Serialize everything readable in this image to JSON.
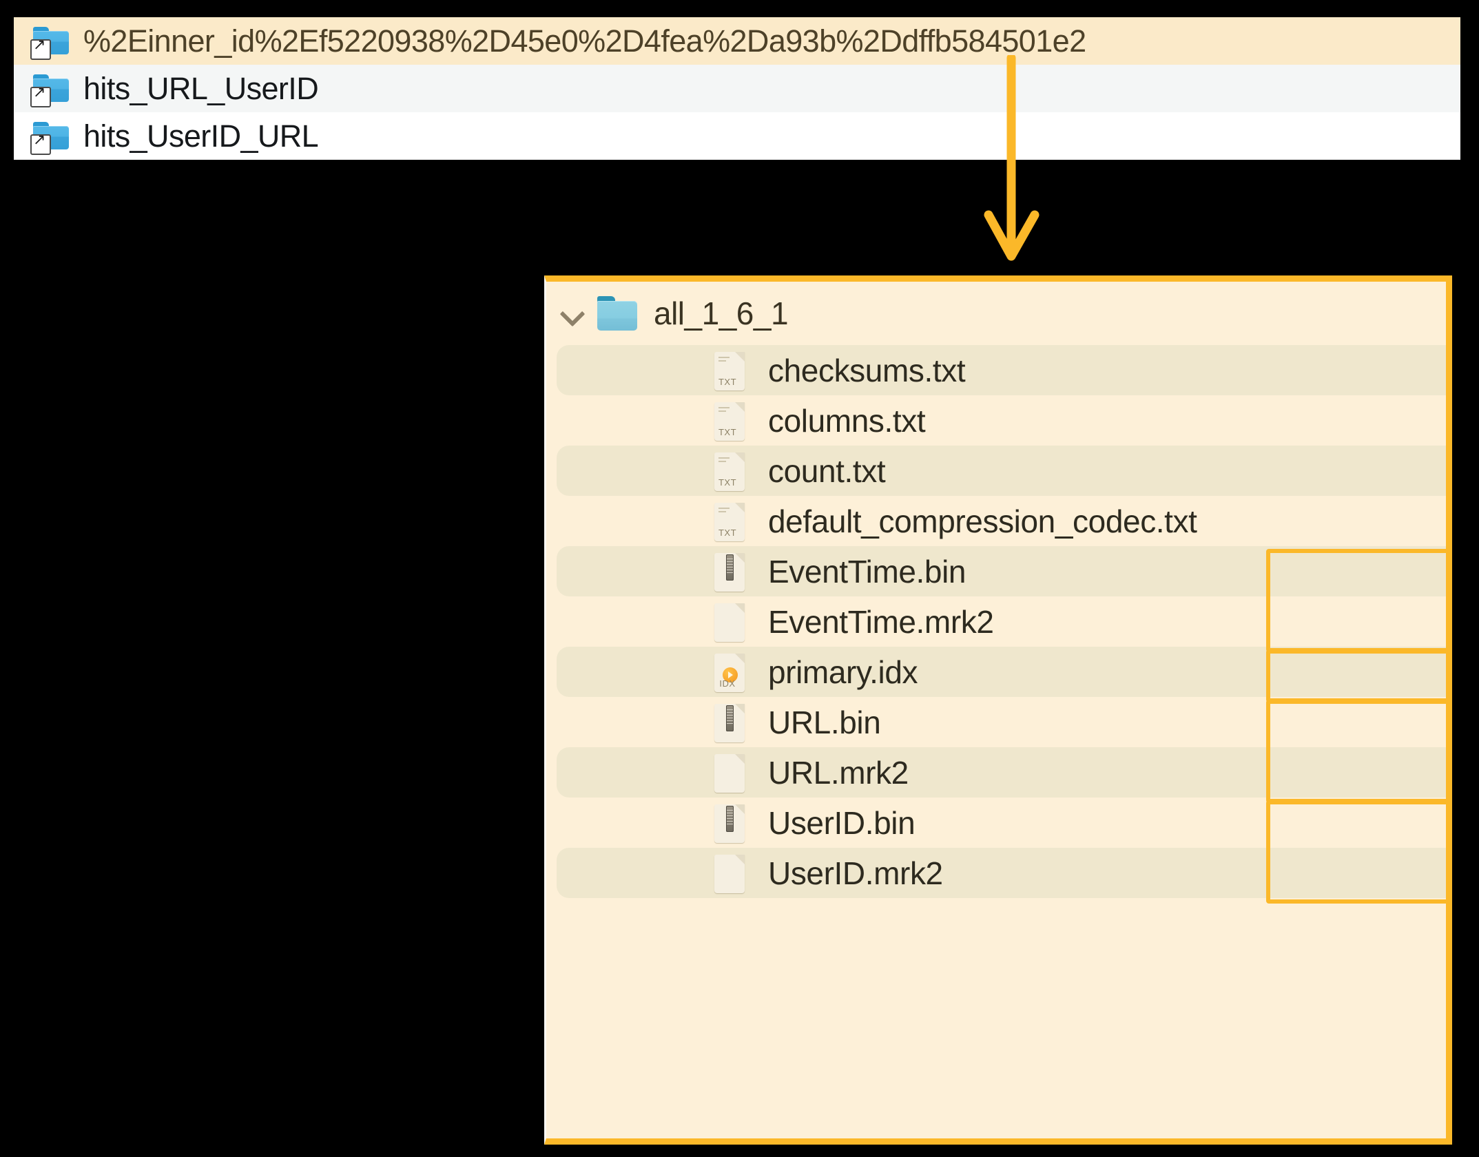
{
  "top_panel": {
    "name": "symlink-folder-list",
    "rows": [
      {
        "icon": "folder-symlink-icon",
        "label": "%2Einner_id%2Ef5220938%2D45e0%2D4fea%2Da93b%2Ddffb584501e2",
        "state": "selected"
      },
      {
        "icon": "folder-symlink-icon",
        "label": "hits_URL_UserID",
        "state": "alt"
      },
      {
        "icon": "folder-symlink-icon",
        "label": "hits_UserID_URL",
        "state": "plain"
      }
    ]
  },
  "connector": {
    "name": "callout-arrow",
    "direction": "down",
    "color": "#fbb829"
  },
  "part_panel": {
    "name": "part-directory-listing",
    "header": {
      "chevron": "chevron-down-icon",
      "folder_icon": "folder-icon",
      "label": "all_1_6_1"
    },
    "files": [
      {
        "name": "checksums.txt",
        "icon": "txt-file-icon",
        "ext": "TXT",
        "shade": true,
        "highlight": "none"
      },
      {
        "name": "columns.txt",
        "icon": "txt-file-icon",
        "ext": "TXT",
        "shade": false,
        "highlight": "none"
      },
      {
        "name": "count.txt",
        "icon": "txt-file-icon",
        "ext": "TXT",
        "shade": true,
        "highlight": "none"
      },
      {
        "name": "default_compression_codec.txt",
        "icon": "txt-file-icon",
        "ext": "TXT",
        "shade": false,
        "highlight": "none"
      },
      {
        "name": "EventTime.bin",
        "icon": "bin-file-icon",
        "ext": "",
        "shade": true,
        "highlight": "start"
      },
      {
        "name": "EventTime.mrk2",
        "icon": "blank-file-icon",
        "ext": "",
        "shade": false,
        "highlight": "end"
      },
      {
        "name": "primary.idx",
        "icon": "idx-file-icon",
        "ext": "IDX",
        "shade": true,
        "highlight": "single"
      },
      {
        "name": "URL.bin",
        "icon": "bin-file-icon",
        "ext": "",
        "shade": false,
        "highlight": "start"
      },
      {
        "name": "URL.mrk2",
        "icon": "blank-file-icon",
        "ext": "",
        "shade": true,
        "highlight": "end"
      },
      {
        "name": "UserID.bin",
        "icon": "bin-file-icon",
        "ext": "",
        "shade": false,
        "highlight": "start"
      },
      {
        "name": "UserID.mrk2",
        "icon": "blank-file-icon",
        "ext": "",
        "shade": true,
        "highlight": "end"
      }
    ]
  },
  "colors": {
    "accent": "#fbb829",
    "panel_bg": "#fdf0d8",
    "row_shade": "#efe7cd",
    "selected_row": "#fbeac9",
    "alt_row": "#f4f6f6",
    "text": "#2d2a1f"
  }
}
